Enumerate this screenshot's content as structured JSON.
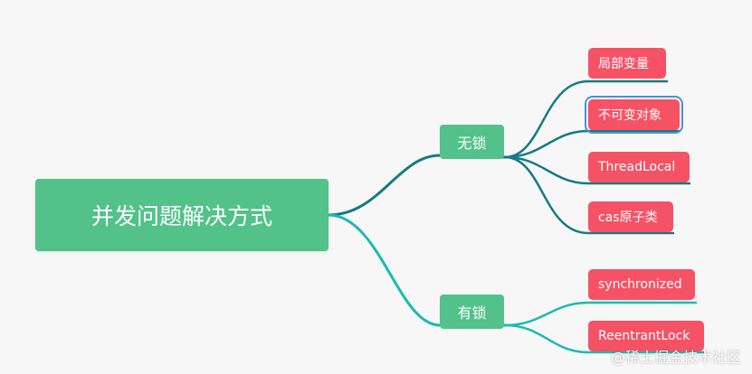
{
  "root": {
    "label": "并发问题解决方式"
  },
  "branches": [
    {
      "label": "无锁",
      "children": [
        "局部变量",
        "不可变对象",
        "ThreadLocal",
        "cas原子类"
      ]
    },
    {
      "label": "有锁",
      "children": [
        "synchronized",
        "ReentrantLock"
      ]
    }
  ],
  "selected_node": "不可变对象",
  "colors": {
    "root_fill": "#52c28a",
    "branch_fill": "#52c28a",
    "leaf_fill": "#f65265",
    "edge_top": "#157a83",
    "edge_bottom": "#1bbab0",
    "selection": "#4a90e2"
  },
  "watermark": "@稀土掘金技术社区"
}
